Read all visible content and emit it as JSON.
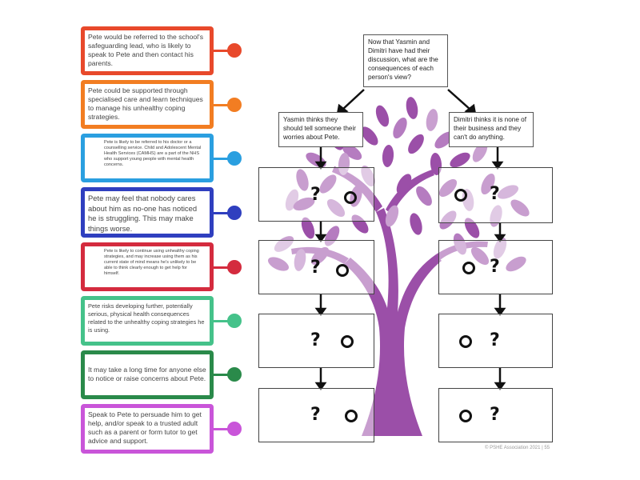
{
  "colors": {
    "red": "#e8492b",
    "orange": "#f27d22",
    "light_blue": "#2a9fe0",
    "dark_blue": "#2f3fbf",
    "crimson": "#d42b3e",
    "mint": "#45c28a",
    "dark_green": "#2a8a4a",
    "magenta": "#c955d9",
    "tree": "#9b4fa8"
  },
  "cards": [
    {
      "text": "Pete would be referred to the school's safeguarding lead, who is likely to speak to Pete and then contact his parents.",
      "color_key": "red"
    },
    {
      "text": "Pete could be supported through specialised care and learn techniques to manage his unhealthy coping strategies.",
      "color_key": "orange"
    },
    {
      "text": "Pete is likely to be referred to his doctor or a counselling service. Child and Adolescent Mental Health Services (CAMHS) are a part of the NHS who support young people with mental health concerns.",
      "color_key": "light_blue"
    },
    {
      "text": "Pete may feel that nobody cares about him as no-one has noticed he is struggling. This may make things worse.",
      "color_key": "dark_blue"
    },
    {
      "text": "Pete is likely to continue using unhealthy coping strategies, and may increase using them as his current state of mind means he's unlikely to be able to think clearly enough to get help for himself.",
      "color_key": "crimson"
    },
    {
      "text": "Pete risks developing further, potentially serious, physical health consequences related to the unhealthy coping strategies he is using.",
      "color_key": "mint"
    },
    {
      "text": "It may take a long time for anyone else to notice or raise concerns about Pete.",
      "color_key": "dark_green"
    },
    {
      "text": "Speak to Pete to persuade him to get help, and/or speak to a trusted adult such as a parent or form tutor to get advice and support.",
      "color_key": "magenta"
    }
  ],
  "diagram": {
    "question": "Now that Yasmin and Dimitri have had their discussion, what are the consequences of each person's view?",
    "yasmin_view": "Yasmin thinks they should tell someone their worries about Pete.",
    "dimitri_view": "Dimitri thinks it is none of their business and they can't do anything.",
    "question_mark": "?"
  },
  "footer": "© PSHE Association 2021 | 55"
}
